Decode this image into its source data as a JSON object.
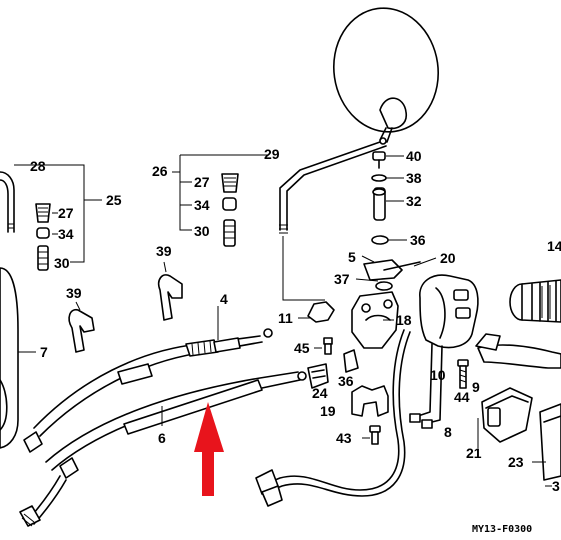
{
  "diagram": {
    "code": "MY13-F0300",
    "arrow_color": "#e8141c",
    "callouts": [
      {
        "id": "c28",
        "text": "28"
      },
      {
        "id": "c25",
        "text": "25"
      },
      {
        "id": "c27a",
        "text": "27"
      },
      {
        "id": "c34a",
        "text": "34"
      },
      {
        "id": "c30a",
        "text": "30"
      },
      {
        "id": "c26",
        "text": "26"
      },
      {
        "id": "c29",
        "text": "29"
      },
      {
        "id": "c27b",
        "text": "27"
      },
      {
        "id": "c34b",
        "text": "34"
      },
      {
        "id": "c30b",
        "text": "30"
      },
      {
        "id": "c40",
        "text": "40"
      },
      {
        "id": "c38",
        "text": "38"
      },
      {
        "id": "c32",
        "text": "32"
      },
      {
        "id": "c36a",
        "text": "36"
      },
      {
        "id": "c5",
        "text": "5"
      },
      {
        "id": "c20",
        "text": "20"
      },
      {
        "id": "c37",
        "text": "37"
      },
      {
        "id": "c14",
        "text": "14"
      },
      {
        "id": "c39a",
        "text": "39"
      },
      {
        "id": "c39b",
        "text": "39"
      },
      {
        "id": "c4",
        "text": "4"
      },
      {
        "id": "c11",
        "text": "11"
      },
      {
        "id": "c18",
        "text": "18"
      },
      {
        "id": "c45",
        "text": "45"
      },
      {
        "id": "c24",
        "text": "24"
      },
      {
        "id": "c36b",
        "text": "36"
      },
      {
        "id": "c7",
        "text": "7"
      },
      {
        "id": "c10",
        "text": "10"
      },
      {
        "id": "c9",
        "text": "9"
      },
      {
        "id": "c44",
        "text": "44"
      },
      {
        "id": "c19",
        "text": "19"
      },
      {
        "id": "c6",
        "text": "6"
      },
      {
        "id": "c43",
        "text": "43"
      },
      {
        "id": "c8",
        "text": "8"
      },
      {
        "id": "c21",
        "text": "21"
      },
      {
        "id": "c23",
        "text": "23"
      },
      {
        "id": "c3",
        "text": "3"
      }
    ]
  }
}
